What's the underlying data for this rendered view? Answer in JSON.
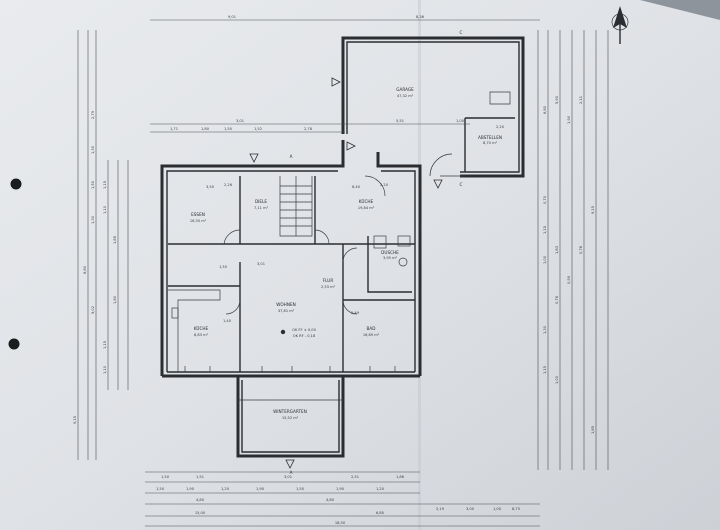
{
  "rooms": {
    "garage": {
      "name": "GARAGE",
      "area": "47,32 m²"
    },
    "abstellen": {
      "name": "ABSTELLEN",
      "area": "8,70 m²"
    },
    "essen": {
      "name": "ESSEN",
      "area": "16,50 m²"
    },
    "diele": {
      "name": "DIELE",
      "area": "7,11 m²"
    },
    "kueche_top": {
      "name": "KÜCHE",
      "area": "19,84 m²"
    },
    "dusche": {
      "name": "DUSCHE",
      "area": "3,95 m²"
    },
    "wohnen": {
      "name": "WOHNEN",
      "area": "37,81 m²"
    },
    "flur": {
      "name": "FLUR",
      "area": "2,53 m²"
    },
    "kueche_left": {
      "name": "KÜCHE",
      "area": "8,83 m²"
    },
    "bad": {
      "name": "BAD",
      "area": "16,89 m²"
    },
    "wintergarten": {
      "name": "WINTERGARTEN",
      "area": "15,52 m²"
    }
  },
  "level": {
    "ok_ff": "OK FF ± 0,00",
    "ok_rf": "OK RF - 0,18"
  },
  "section": {
    "a": "A",
    "c": "C"
  },
  "dims": {
    "top": [
      "9,01",
      "8,36"
    ],
    "top_row2": [
      "1,71",
      "1,80",
      "1,50",
      "1,52",
      "2,78"
    ],
    "top_row3": [
      "3,01",
      "5,51",
      "1,00"
    ],
    "bottom_row1": [
      "1,50",
      "1,51",
      "3,01",
      "2,51",
      "1,86"
    ],
    "bottom_row2": [
      "1,50",
      "1,90",
      "1,20",
      "1,90",
      "1,50",
      "1,90",
      "1,20"
    ],
    "bottom_row3": [
      "4,80",
      "4,80",
      "2,19",
      "3,00",
      "1,00",
      "8,75"
    ],
    "bottom_total": [
      "15,00",
      "6,80",
      "18,50"
    ],
    "left": [
      "2,79",
      "1,30",
      "1,50",
      "1,30",
      "6,80",
      "5,02",
      "9,15"
    ],
    "left_inner": [
      "1,15",
      "1,10",
      "1,85",
      "1,80",
      "1,15",
      "1,10"
    ],
    "right": [
      "6,80",
      "5,90",
      "1,90",
      "2,11",
      "0,70",
      "1,83",
      "0,99",
      "9,15"
    ],
    "right_inner": [
      "1,15",
      "1,00",
      "0,76",
      "1,30",
      "1,15",
      "1,00",
      "0,78",
      "1,85"
    ],
    "room_inner": [
      "3,50",
      "3,01",
      "1,50",
      "6,40",
      "2,20",
      "2,26",
      "1,40",
      "2,20",
      "2,49"
    ]
  }
}
